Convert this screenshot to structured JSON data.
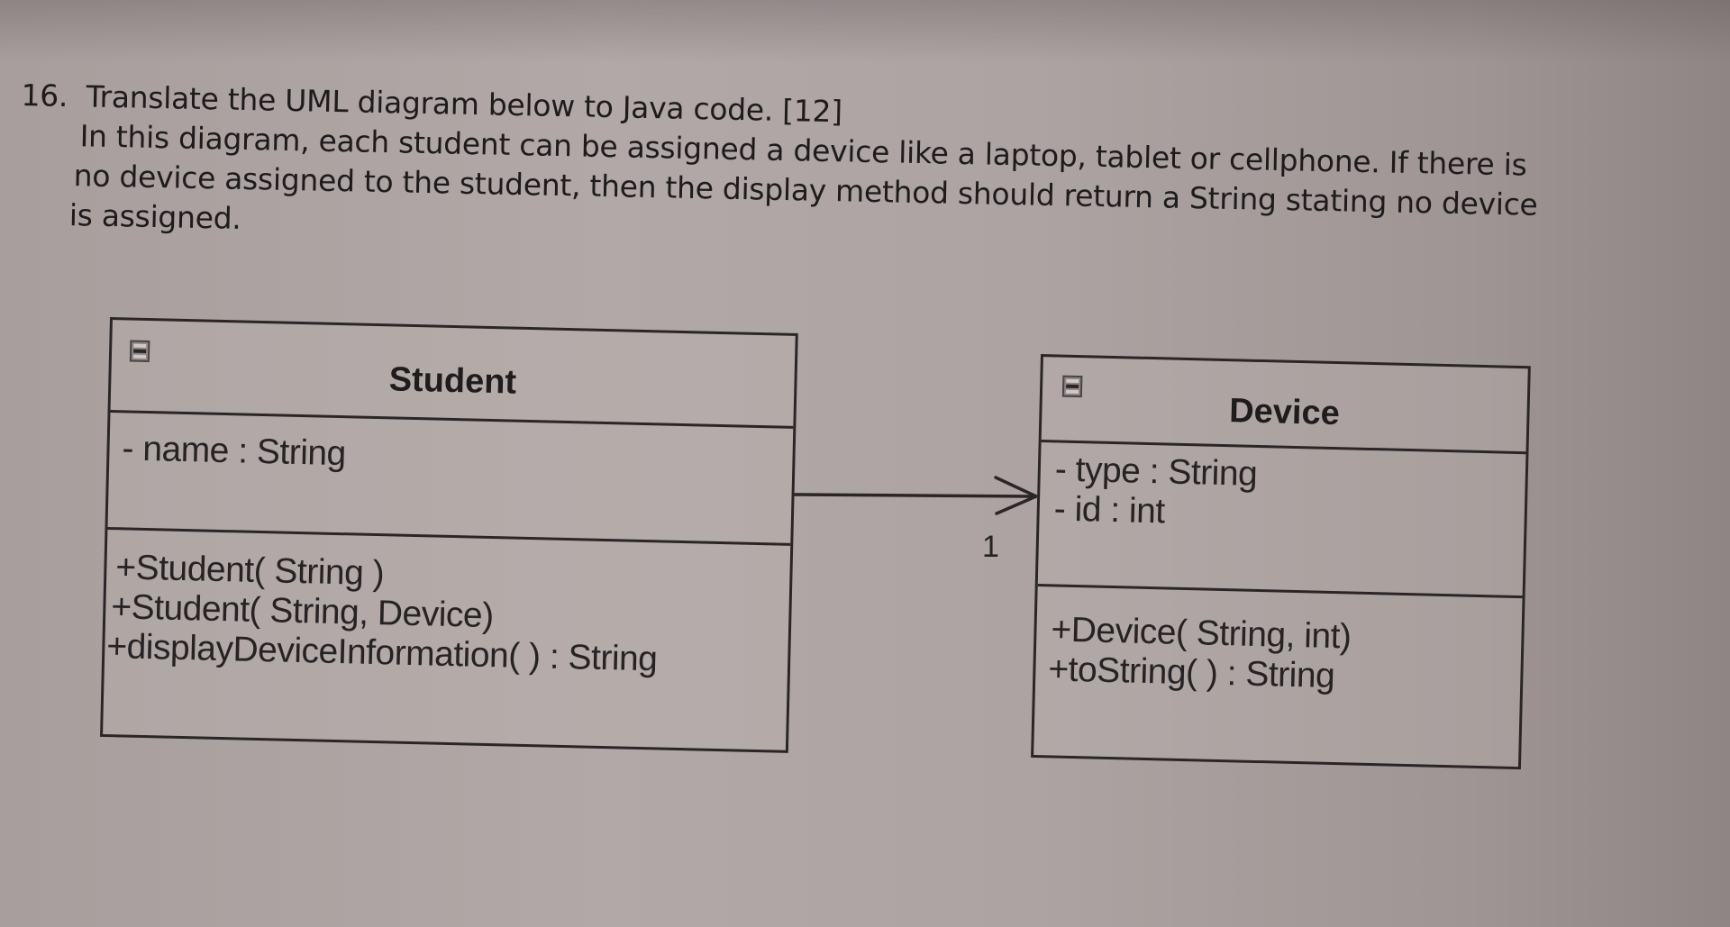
{
  "question": {
    "number": "16.",
    "lines": [
      "Translate the UML diagram below to Java code. [12]",
      "In this diagram, each student can be assigned a device like a laptop, tablet or cellphone.  If there is",
      "no device assigned to the student, then the display method should return a String stating no device",
      "is assigned."
    ]
  },
  "diagram": {
    "classes": [
      {
        "name": "Student",
        "attributes": [
          "- name : String"
        ],
        "operations": [
          "+Student( String )",
          "+Student( String, Device)",
          "+displayDeviceInformation( ) : String"
        ]
      },
      {
        "name": "Device",
        "attributes": [
          "- type : String",
          "- id : int"
        ],
        "operations": [
          "+Device( String, int)",
          "+toString( ) : String"
        ]
      }
    ],
    "association": {
      "from": "Student",
      "to": "Device",
      "navigable_end": "Device",
      "multiplicity": "1"
    }
  }
}
